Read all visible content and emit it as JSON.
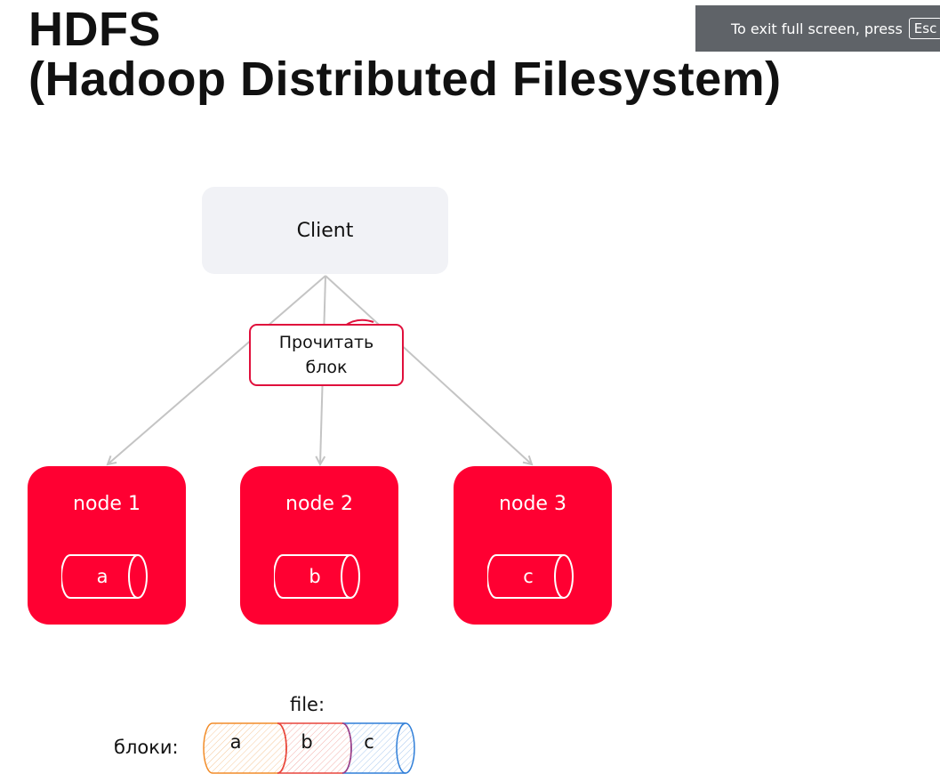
{
  "slide": {
    "title_line1": "HDFS",
    "title_line2": "(Hadoop Distributed Filesystem)"
  },
  "fullscreen_notice": {
    "text": "To exit full screen, press",
    "key": "Esc"
  },
  "diagram": {
    "client": "Client",
    "read_label_line1": "Прочитать",
    "read_label_line2": "блок",
    "nodes": [
      {
        "label": "node 1",
        "block": "a"
      },
      {
        "label": "node 2",
        "block": "b"
      },
      {
        "label": "node 3",
        "block": "c"
      }
    ],
    "file_label": "file:",
    "blocks_label": "блоки:",
    "file_blocks": [
      {
        "letter": "a",
        "color": "#f28c28"
      },
      {
        "letter": "b",
        "color": "#e8453c"
      },
      {
        "letter": "c",
        "color": "#2f7ed8"
      }
    ]
  },
  "colors": {
    "node_fill": "#ff0032",
    "client_fill": "#f1f2f6",
    "label_border": "#e0103c",
    "arrow": "#c4c4c4"
  }
}
